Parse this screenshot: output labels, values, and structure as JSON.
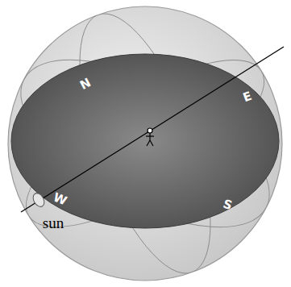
{
  "diagram": {
    "labels": [
      "N",
      "E",
      "S",
      "W",
      "sun"
    ]
  }
}
